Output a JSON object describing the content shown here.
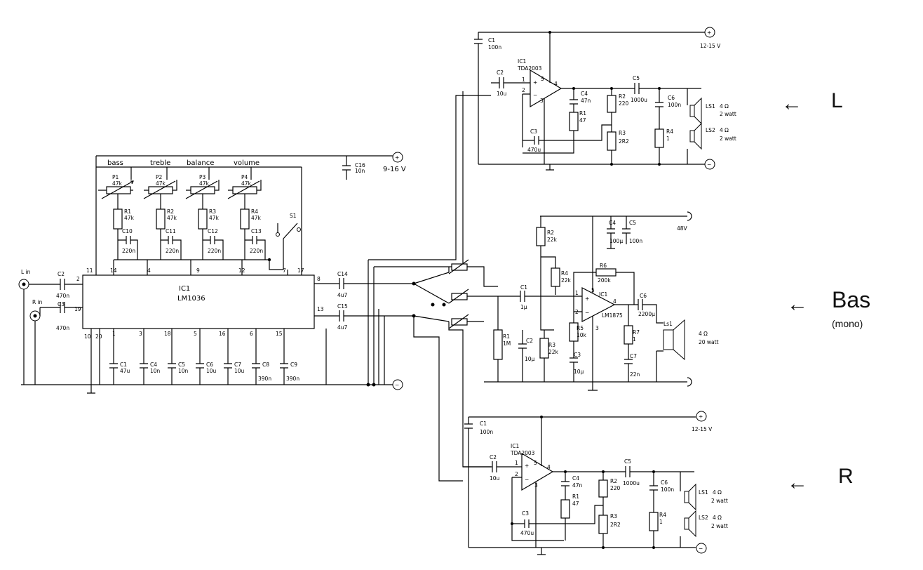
{
  "main": {
    "ic_lm1036": {
      "ref": "IC1",
      "part": "LM1036",
      "pins": {
        "p1": "1",
        "p2": "2",
        "p3": "3",
        "p4": "4",
        "p5": "5",
        "p6": "6",
        "p7": "7",
        "p8": "8",
        "p9": "9",
        "p10": "10",
        "p11": "11",
        "p12": "12",
        "p13": "13",
        "p14": "14",
        "p15": "15",
        "p16": "16",
        "p17": "17",
        "p18": "18",
        "p19": "19",
        "p20": "20"
      }
    },
    "pot_labels": [
      "bass",
      "treble",
      "balance",
      "volume"
    ],
    "pots": [
      {
        "ref": "P1",
        "val": "47k"
      },
      {
        "ref": "P2",
        "val": "47k"
      },
      {
        "ref": "P3",
        "val": "47k"
      },
      {
        "ref": "P4",
        "val": "47k"
      }
    ],
    "resistors": [
      {
        "ref": "R1",
        "val": "47k"
      },
      {
        "ref": "R2",
        "val": "47k"
      },
      {
        "ref": "R3",
        "val": "47k"
      },
      {
        "ref": "R4",
        "val": "47k"
      }
    ],
    "top_caps": [
      {
        "ref": "C10",
        "val": "220n"
      },
      {
        "ref": "C11",
        "val": "220n"
      },
      {
        "ref": "C12",
        "val": "220n"
      },
      {
        "ref": "C13",
        "val": "220n"
      }
    ],
    "bottom_caps": [
      {
        "ref": "C1",
        "val": "47u"
      },
      {
        "ref": "C4",
        "val": "10n"
      },
      {
        "ref": "C5",
        "val": "10n"
      },
      {
        "ref": "C6",
        "val": "10u"
      },
      {
        "ref": "C7",
        "val": "10u"
      },
      {
        "ref": "C8",
        "val": "390n"
      },
      {
        "ref": "C9",
        "val": "390n"
      }
    ],
    "switch": "S1",
    "in_caps": [
      {
        "ref": "C2",
        "val": "470n"
      },
      {
        "ref": "C3",
        "val": "470n"
      }
    ],
    "out_caps": [
      {
        "ref": "C14",
        "val": "4u7"
      },
      {
        "ref": "C15",
        "val": "4u7"
      }
    ],
    "c16": {
      "ref": "C16",
      "val": "10n"
    },
    "l_in": "L in",
    "r_in": "R in",
    "supply": "9-16 V",
    "plus": "+",
    "minus": "−"
  },
  "amp_l": {
    "ic": "IC1",
    "part": "TDA2003",
    "pins": {
      "p1": "1",
      "p2": "2",
      "p3": "3",
      "p4": "4",
      "p5": "5",
      "plus": "+",
      "minus": "−"
    },
    "c1": {
      "ref": "C1",
      "val": "100n"
    },
    "c2": {
      "ref": "C2",
      "val": "10u"
    },
    "c3": {
      "ref": "C3",
      "val": "470u"
    },
    "c4": {
      "ref": "C4",
      "val": "47n"
    },
    "c5": {
      "ref": "C5",
      "val": "1000u"
    },
    "c6": {
      "ref": "C6",
      "val": "100n"
    },
    "r1": {
      "ref": "R1",
      "val": "47"
    },
    "r2": {
      "ref": "R2",
      "val": "220"
    },
    "r3": {
      "ref": "R3",
      "val": "2R2"
    },
    "r4": {
      "ref": "R4",
      "val": "1"
    },
    "ls1": {
      "ref": "LS1",
      "ohm": "4 Ω",
      "watt": "2 watt"
    },
    "ls2": {
      "ref": "LS2",
      "ohm": "4 Ω",
      "watt": "2 watt"
    },
    "supply": "12-15 V"
  },
  "amp_r": {
    "ic": "IC1",
    "part": "TDA2003",
    "pins": {
      "p1": "1",
      "p2": "2",
      "p3": "3",
      "p4": "4",
      "p5": "5",
      "plus": "+",
      "minus": "−"
    },
    "c1": {
      "ref": "C1",
      "val": "100n"
    },
    "c2": {
      "ref": "C2",
      "val": "10u"
    },
    "c3": {
      "ref": "C3",
      "val": "470u"
    },
    "c4": {
      "ref": "C4",
      "val": "47n"
    },
    "c5": {
      "ref": "C5",
      "val": "1000u"
    },
    "c6": {
      "ref": "C6",
      "val": "100n"
    },
    "r1": {
      "ref": "R1",
      "val": "47"
    },
    "r2": {
      "ref": "R2",
      "val": "220"
    },
    "r3": {
      "ref": "R3",
      "val": "2R2"
    },
    "r4": {
      "ref": "R4",
      "val": "1"
    },
    "ls1": {
      "ref": "LS1",
      "ohm": "4 Ω",
      "watt": "2 watt"
    },
    "ls2": {
      "ref": "LS2",
      "ohm": "4 Ω",
      "watt": "2 watt"
    },
    "supply": "12-15 V"
  },
  "amp_bass": {
    "ic": "IC1",
    "part": "LM1875",
    "pins": {
      "p1": "1",
      "p2": "2",
      "p3": "3",
      "p4": "4",
      "p5": "5",
      "plus": "+",
      "minus": "−"
    },
    "c1": {
      "ref": "C1",
      "val": "1µ"
    },
    "c2": {
      "ref": "C2",
      "val": "10µ"
    },
    "c3": {
      "ref": "C3",
      "val": "10µ"
    },
    "c4": {
      "ref": "C4",
      "val": "100µ"
    },
    "c5": {
      "ref": "C5",
      "val": "100n"
    },
    "c6": {
      "ref": "C6",
      "val": "2200µ"
    },
    "c7": {
      "ref": "C7",
      "val": "22n"
    },
    "r1": {
      "ref": "R1",
      "val": "1M"
    },
    "r2": {
      "ref": "R2",
      "val": "22k"
    },
    "r3": {
      "ref": "R3",
      "val": "22k"
    },
    "r4": {
      "ref": "R4",
      "val": "22k"
    },
    "r5": {
      "ref": "R5",
      "val": "10k"
    },
    "r6": {
      "ref": "R6",
      "val": "200k"
    },
    "r7": {
      "ref": "R7",
      "val": "1"
    },
    "ls1": {
      "ref": "Ls1",
      "ohm": "4 Ω",
      "watt": "20 watt"
    },
    "supply": "48V"
  },
  "annotations": {
    "l": {
      "arrow": "←",
      "text": "L"
    },
    "bas": {
      "arrow": "←",
      "text": "Bas",
      "sub": "(mono)"
    },
    "r": {
      "arrow": "←",
      "text": "R"
    }
  }
}
